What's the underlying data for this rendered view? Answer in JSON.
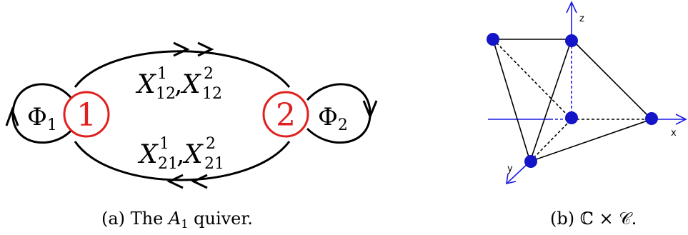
{
  "quiver": {
    "node1_label": "1",
    "node2_label": "2",
    "loop1_label": "Φ",
    "loop1_sub": "1",
    "loop2_label": "Φ",
    "loop2_sub": "2",
    "top_edge": {
      "base1": "X",
      "sup1": "1",
      "sub1": "12",
      "sep": ",",
      "base2": "X",
      "sup2": "2",
      "sub2": "12"
    },
    "bottom_edge": {
      "base1": "X",
      "sup1": "1",
      "sub1": "21",
      "sep": ",",
      "base2": "X",
      "sup2": "2",
      "sub2": "21"
    },
    "caption_prefix": "(a) The ",
    "caption_math": "A",
    "caption_math_sub": "1",
    "caption_suffix": " quiver."
  },
  "polytope": {
    "axis_z": "z",
    "axis_x": "x",
    "axis_y": "y",
    "caption": "(b) ℂ × 𝒞."
  },
  "colors": {
    "node_outline": "#e0201e",
    "node_text": "#e0201e",
    "axis": "#1a1ae6",
    "vertex": "#1414c8",
    "edge": "#000000"
  }
}
